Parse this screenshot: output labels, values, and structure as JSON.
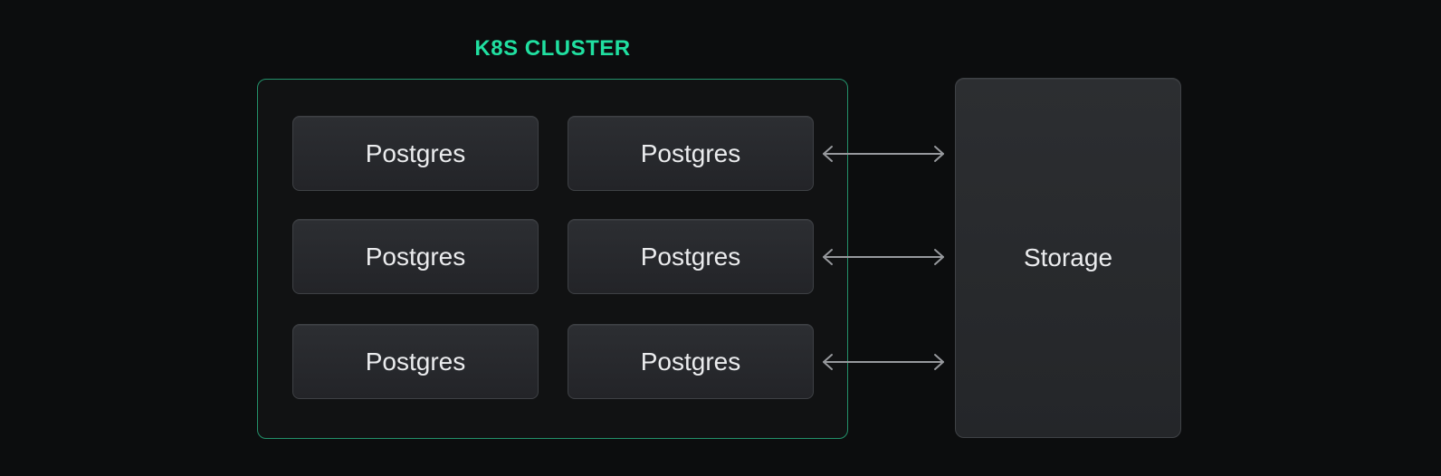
{
  "diagram": {
    "cluster": {
      "title": "K8S CLUSTER",
      "nodes": [
        {
          "label": "Postgres"
        },
        {
          "label": "Postgres"
        },
        {
          "label": "Postgres"
        },
        {
          "label": "Postgres"
        },
        {
          "label": "Postgres"
        },
        {
          "label": "Postgres"
        }
      ]
    },
    "storage": {
      "label": "Storage"
    },
    "arrows": {
      "style": "bidirectional",
      "count": 3
    },
    "colors": {
      "background": "#0c0d0e",
      "title_green": "#20dfa0",
      "cluster_border_green": "#23916a",
      "node_fill_top": "#2c2e32",
      "node_fill_bottom": "#232428",
      "node_border": "#3e4145",
      "text": "#ebecee",
      "arrow": "#97999d"
    }
  }
}
